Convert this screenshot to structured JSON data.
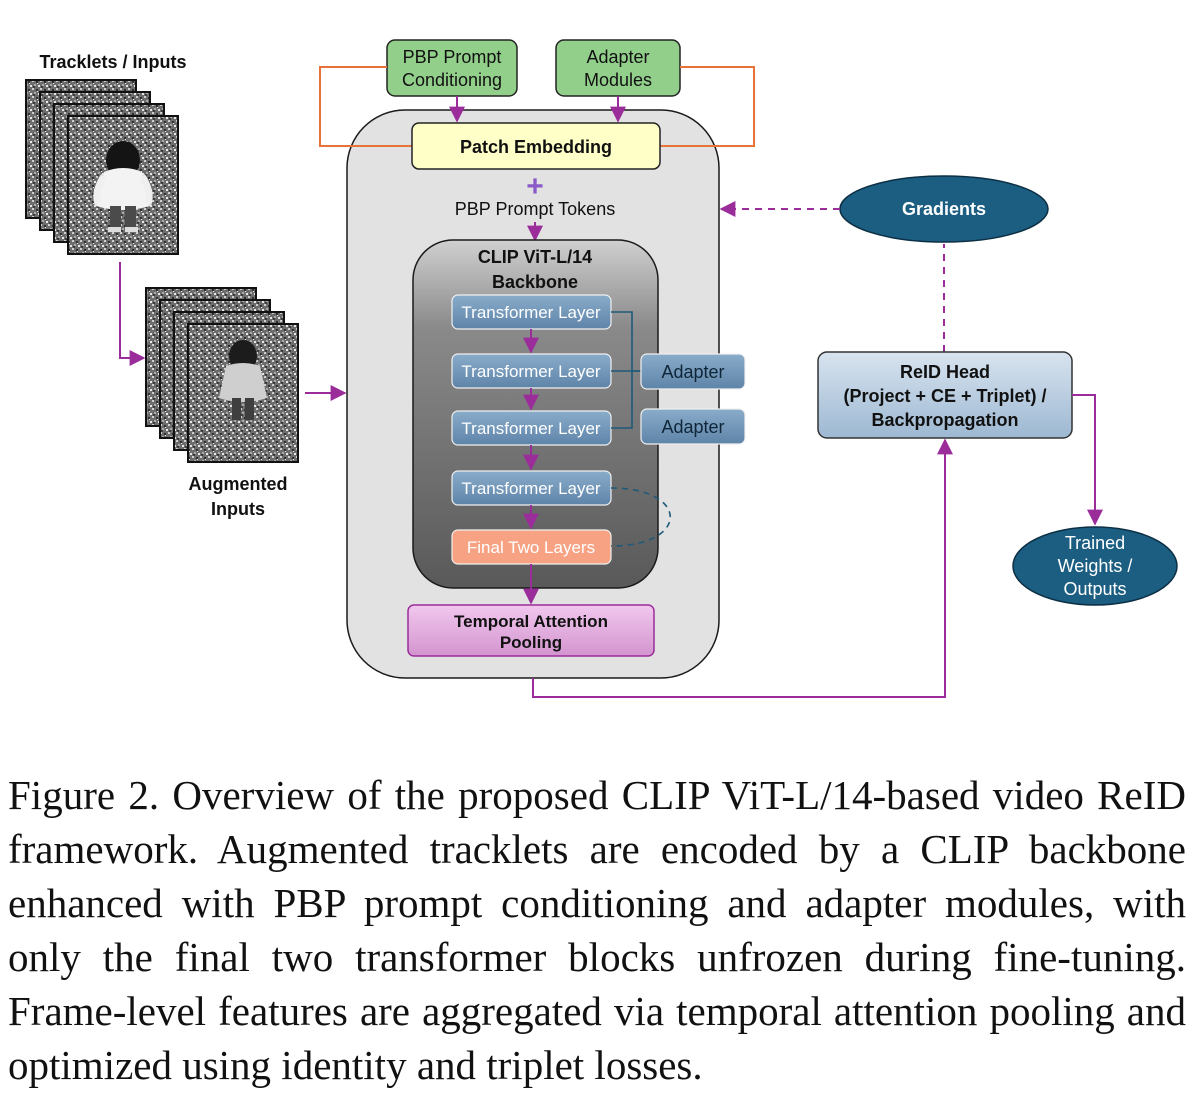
{
  "diagram": {
    "inputs_title": "Tracklets / Inputs",
    "augmented_label": [
      "Augmented",
      "Inputs"
    ],
    "pbp_conditioning": [
      "PBP Prompt",
      "Conditioning"
    ],
    "adapter_modules": [
      "Adapter",
      "Modules"
    ],
    "patch_embedding": "Patch Embedding",
    "plus_symbol": "+",
    "pbp_tokens": "PBP Prompt Tokens",
    "backbone_title": [
      "CLIP ViT-L/14",
      "Backbone"
    ],
    "transformer_layer": "Transformer Layer",
    "adapter": "Adapter",
    "final_layers": "Final Two Layers",
    "temporal_pooling": [
      "Temporal Attention",
      "Pooling"
    ],
    "gradients": "Gradients",
    "reid_head": [
      "ReID Head",
      "(Project + CE + Triplet) /",
      "Backpropagation"
    ],
    "outputs": [
      "Trained",
      "Weights /",
      "Outputs"
    ],
    "colors": {
      "purple_arrow": "#9b2d9b",
      "orange_line": "#e8733a",
      "green_box": "#92cf8a",
      "yellow_box": "#ffffc8",
      "steel_box": "#6f93b5",
      "salmon_box": "#f7a383",
      "pink_box": "#dda0d8",
      "navy_ellipse": "#1c5e82",
      "gray_container": "#e2e2e2",
      "dark_container": "#7a7a7a"
    }
  },
  "caption": "Figure 2. Overview of the proposed CLIP ViT-L/14-based video ReID framework. Augmented tracklets are encoded by a CLIP backbone enhanced with PBP prompt conditioning and adapter modules, with only the final two transformer blocks unfrozen during fine-tuning. Frame-level features are aggregated via temporal attention pooling and optimized using identity and triplet losses."
}
